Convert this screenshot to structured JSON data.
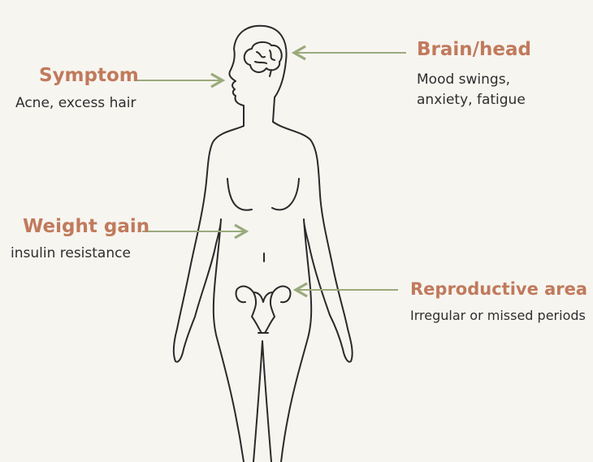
{
  "colors": {
    "title": "#c07a5c",
    "arrow": "#9aaa7c",
    "outline": "#2a2a2a",
    "background": "#f7f5f0"
  },
  "labels": [
    {
      "id": "symptom",
      "title": "Symptom",
      "desc": "Acne, excess hair"
    },
    {
      "id": "brain",
      "title": "Brain/head",
      "desc": "Mood swings,\nanxiety, fatigue"
    },
    {
      "id": "weight",
      "title": "Weight gain",
      "desc": "insulin resistance"
    },
    {
      "id": "reproductive",
      "title": "Reproductive area",
      "desc": "Irregular or missed periods"
    }
  ]
}
